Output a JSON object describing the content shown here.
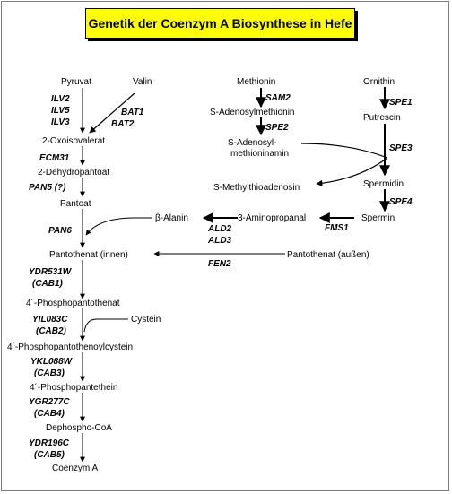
{
  "title": "Genetik der Coenzym A Biosynthese in Hefe",
  "metabolites": {
    "pyruvat": "Pyruvat",
    "valin": "Valin",
    "oxoisovalerat": "2-Oxoisovalerat",
    "dehydropantoat": "2-Dehydropantoat",
    "pantoat": "Pantoat",
    "beta_alanin": "β-Alanin",
    "pantothenat_innen": "Pantothenat (innen)",
    "pantothenat_aussen": "Pantothenat (außen)",
    "phosphopantothenat": "4´-Phosphopantothenat",
    "cystein": "Cystein",
    "phosphopantothenoylcystein": "4´-Phosphopantothenoylcystein",
    "phosphopantethein": "4´-Phosphopantethein",
    "dephospho_coa": "Dephospho-CoA",
    "coenzym_a": "Coenzym A",
    "methionin": "Methionin",
    "sam_line1": "S-Adenosylmethionin",
    "samamin_line1": "S-Adenosyl-",
    "samamin_line2": "methioninamin",
    "methylthioadenosin": "S-Methylthioadenosin",
    "ornithin": "Ornithin",
    "putrescin": "Putrescin",
    "spermidin": "Spermidin",
    "spermin": "Spermin",
    "aminopropanal": "3-Aminopropanal"
  },
  "genes": {
    "ilv2": "ILV2",
    "ilv5": "ILV5",
    "ilv3": "ILV3",
    "bat1": "BAT1",
    "bat2": "BAT2",
    "ecm31": "ECM31",
    "pan5": "PAN5 (?)",
    "pan6": "PAN6",
    "ydr531w": "YDR531W",
    "cab1": "(CAB1)",
    "yil083c": "YIL083C",
    "cab2": "(CAB2)",
    "ykl088w": "YKL088W",
    "cab3": "(CAB3)",
    "ygr277c": "YGR277C",
    "cab4": "(CAB4)",
    "ydr196c": "YDR196C",
    "cab5": "(CAB5)",
    "sam2": "SAM2",
    "spe2": "SPE2",
    "spe1": "SPE1",
    "spe3": "SPE3",
    "spe4": "SPE4",
    "fms1": "FMS1",
    "ald2": "ALD2",
    "ald3": "ALD3",
    "fen2": "FEN2"
  },
  "colors": {
    "title_background": "#ffff00",
    "ink": "#000000"
  }
}
